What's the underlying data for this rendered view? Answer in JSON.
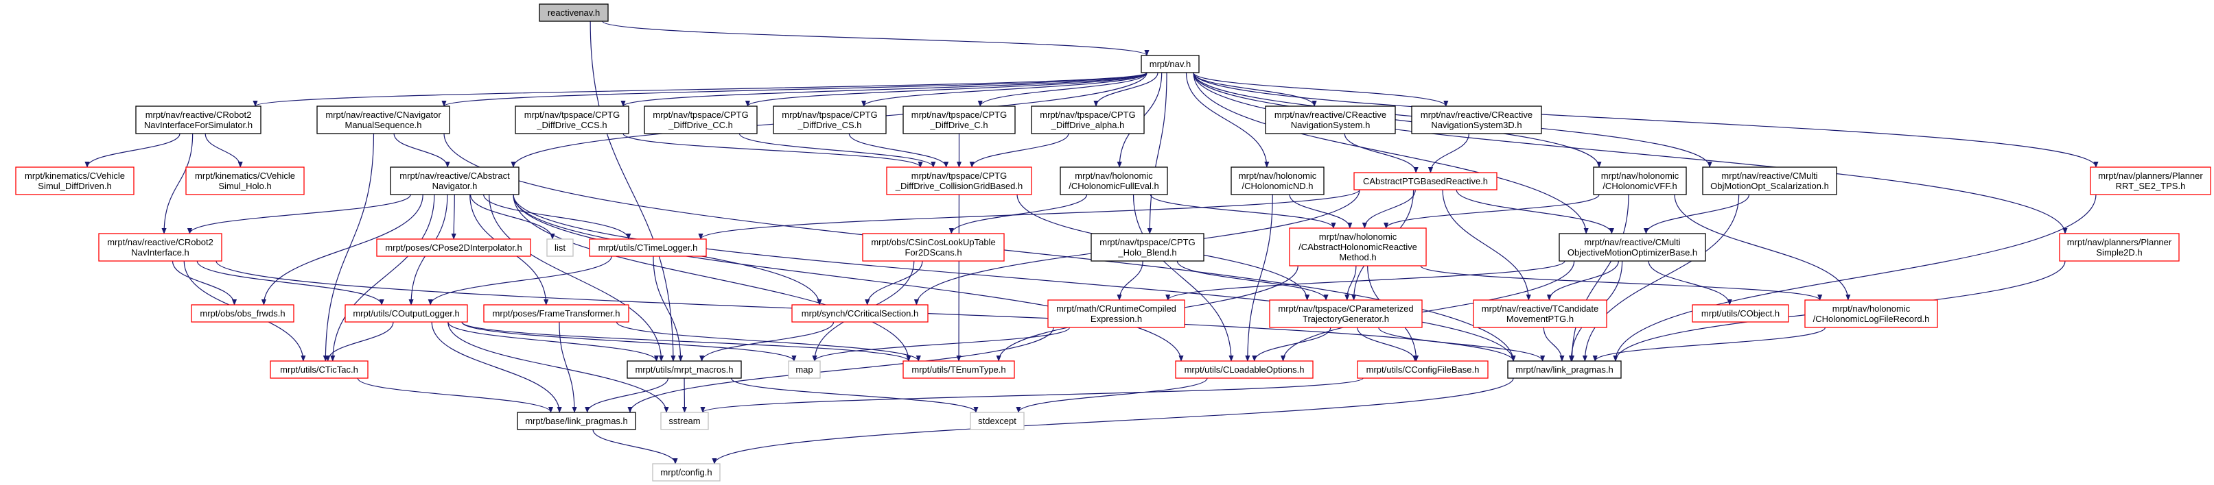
{
  "graph": {
    "colors": {
      "edge": "#191970",
      "documented_border": "#000000",
      "undocumented_border": "#ff0000",
      "system_border": "#bfbfbf",
      "root_fill": "#bfbfbf"
    },
    "nodes": [
      {
        "id": "reactivenav",
        "label": [
          "reactivenav.h"
        ],
        "kind": "root"
      },
      {
        "id": "nav",
        "label": [
          "mrpt/nav.h"
        ],
        "kind": "doc"
      },
      {
        "id": "r2nisim",
        "label": [
          "mrpt/nav/reactive/CRobot2",
          "NavInterfaceForSimulator.h"
        ],
        "kind": "doc"
      },
      {
        "id": "navmanual",
        "label": [
          "mrpt/nav/reactive/CNavigator",
          "ManualSequence.h"
        ],
        "kind": "doc"
      },
      {
        "id": "ccs",
        "label": [
          "mrpt/nav/tpspace/CPTG",
          "_DiffDrive_CCS.h"
        ],
        "kind": "doc"
      },
      {
        "id": "cc",
        "label": [
          "mrpt/nav/tpspace/CPTG",
          "_DiffDrive_CC.h"
        ],
        "kind": "doc"
      },
      {
        "id": "cs",
        "label": [
          "mrpt/nav/tpspace/CPTG",
          "_DiffDrive_CS.h"
        ],
        "kind": "doc"
      },
      {
        "id": "c",
        "label": [
          "mrpt/nav/tpspace/CPTG",
          "_DiffDrive_C.h"
        ],
        "kind": "doc"
      },
      {
        "id": "alpha",
        "label": [
          "mrpt/nav/tpspace/CPTG",
          "_DiffDrive_alpha.h"
        ],
        "kind": "doc"
      },
      {
        "id": "rns",
        "label": [
          "mrpt/nav/reactive/CReactive",
          "NavigationSystem.h"
        ],
        "kind": "doc"
      },
      {
        "id": "rns3d",
        "label": [
          "mrpt/nav/reactive/CReactive",
          "NavigationSystem3D.h"
        ],
        "kind": "doc"
      },
      {
        "id": "vsdiff",
        "label": [
          "mrpt/kinematics/CVehicle",
          "Simul_DiffDriven.h"
        ],
        "kind": "red"
      },
      {
        "id": "vsholo",
        "label": [
          "mrpt/kinematics/CVehicle",
          "Simul_Holo.h"
        ],
        "kind": "red"
      },
      {
        "id": "absnav",
        "label": [
          "mrpt/nav/reactive/CAbstract",
          "Navigator.h"
        ],
        "kind": "doc"
      },
      {
        "id": "cgb",
        "label": [
          "mrpt/nav/tpspace/CPTG",
          "_DiffDrive_CollisionGridBased.h"
        ],
        "kind": "red"
      },
      {
        "id": "fulleval",
        "label": [
          "mrpt/nav/holonomic",
          "/CHolonomicFullEval.h"
        ],
        "kind": "doc"
      },
      {
        "id": "nd",
        "label": [
          "mrpt/nav/holonomic",
          "/CHolonomicND.h"
        ],
        "kind": "doc"
      },
      {
        "id": "ptgbased",
        "label": [
          "CAbstractPTGBasedReactive.h"
        ],
        "kind": "red"
      },
      {
        "id": "vff",
        "label": [
          "mrpt/nav/holonomic",
          "/CHolonomicVFF.h"
        ],
        "kind": "doc"
      },
      {
        "id": "scalar",
        "label": [
          "mrpt/nav/reactive/CMulti",
          "ObjMotionOpt_Scalarization.h"
        ],
        "kind": "doc"
      },
      {
        "id": "rrt",
        "label": [
          "mrpt/nav/planners/Planner",
          "RRT_SE2_TPS.h"
        ],
        "kind": "red"
      },
      {
        "id": "simple2d",
        "label": [
          "mrpt/nav/planners/Planner",
          "Simple2D.h"
        ],
        "kind": "red"
      },
      {
        "id": "r2ni",
        "label": [
          "mrpt/nav/reactive/CRobot2",
          "NavInterface.h"
        ],
        "kind": "red"
      },
      {
        "id": "pose2d",
        "label": [
          "mrpt/poses/CPose2DInterpolator.h"
        ],
        "kind": "red"
      },
      {
        "id": "list",
        "label": [
          "list"
        ],
        "kind": "sys"
      },
      {
        "id": "timelogger",
        "label": [
          "mrpt/utils/CTimeLogger.h"
        ],
        "kind": "red"
      },
      {
        "id": "sincos",
        "label": [
          "mrpt/obs/CSinCosLookUpTable",
          "For2DScans.h"
        ],
        "kind": "red"
      },
      {
        "id": "holoblend",
        "label": [
          "mrpt/nav/tpspace/CPTG",
          "_Holo_Blend.h"
        ],
        "kind": "doc"
      },
      {
        "id": "absholo",
        "label": [
          "mrpt/nav/holonomic",
          "/CAbstractHolonomicReactive",
          "Method.h"
        ],
        "kind": "red"
      },
      {
        "id": "mobase",
        "label": [
          "mrpt/nav/reactive/CMulti",
          "ObjectiveMotionOptimizerBase.h"
        ],
        "kind": "doc"
      },
      {
        "id": "obsfrwds",
        "label": [
          "mrpt/obs/obs_frwds.h"
        ],
        "kind": "red"
      },
      {
        "id": "outlogger",
        "label": [
          "mrpt/utils/COutputLogger.h"
        ],
        "kind": "red"
      },
      {
        "id": "frametr",
        "label": [
          "mrpt/poses/FrameTransformer.h"
        ],
        "kind": "red"
      },
      {
        "id": "critsec",
        "label": [
          "mrpt/synch/CCriticalSection.h"
        ],
        "kind": "red"
      },
      {
        "id": "rtce",
        "label": [
          "mrpt/math/CRuntimeCompiled",
          "Expression.h"
        ],
        "kind": "red"
      },
      {
        "id": "ptg",
        "label": [
          "mrpt/nav/tpspace/CParameterized",
          "TrajectoryGenerator.h"
        ],
        "kind": "red"
      },
      {
        "id": "tcand",
        "label": [
          "mrpt/nav/reactive/TCandidate",
          "MovementPTG.h"
        ],
        "kind": "red"
      },
      {
        "id": "cobject",
        "label": [
          "mrpt/utils/CObject.h"
        ],
        "kind": "red"
      },
      {
        "id": "logrec",
        "label": [
          "mrpt/nav/holonomic",
          "/CHolonomicLogFileRecord.h"
        ],
        "kind": "red"
      },
      {
        "id": "tictac",
        "label": [
          "mrpt/utils/CTicTac.h"
        ],
        "kind": "red"
      },
      {
        "id": "macros",
        "label": [
          "mrpt/utils/mrpt_macros.h"
        ],
        "kind": "doc"
      },
      {
        "id": "map",
        "label": [
          "map"
        ],
        "kind": "sys"
      },
      {
        "id": "tenum",
        "label": [
          "mrpt/utils/TEnumType.h"
        ],
        "kind": "red"
      },
      {
        "id": "loadopt",
        "label": [
          "mrpt/utils/CLoadableOptions.h"
        ],
        "kind": "red"
      },
      {
        "id": "cfgbase",
        "label": [
          "mrpt/utils/CConfigFileBase.h"
        ],
        "kind": "red"
      },
      {
        "id": "navlp",
        "label": [
          "mrpt/nav/link_pragmas.h"
        ],
        "kind": "doc"
      },
      {
        "id": "baselp",
        "label": [
          "mrpt/base/link_pragmas.h"
        ],
        "kind": "doc"
      },
      {
        "id": "sstream",
        "label": [
          "sstream"
        ],
        "kind": "sys"
      },
      {
        "id": "stdexcept",
        "label": [
          "stdexcept"
        ],
        "kind": "sys"
      },
      {
        "id": "config",
        "label": [
          "mrpt/config.h"
        ],
        "kind": "sys"
      }
    ],
    "edges": [
      [
        "reactivenav",
        "nav"
      ],
      [
        "reactivenav",
        "macros"
      ],
      [
        "nav",
        "r2nisim"
      ],
      [
        "nav",
        "navmanual"
      ],
      [
        "nav",
        "absnav"
      ],
      [
        "nav",
        "ccs"
      ],
      [
        "nav",
        "cc"
      ],
      [
        "nav",
        "cs"
      ],
      [
        "nav",
        "c"
      ],
      [
        "nav",
        "alpha"
      ],
      [
        "nav",
        "fulleval"
      ],
      [
        "nav",
        "holoblend"
      ],
      [
        "nav",
        "nd"
      ],
      [
        "nav",
        "rns"
      ],
      [
        "nav",
        "rns3d"
      ],
      [
        "nav",
        "mobase"
      ],
      [
        "nav",
        "vff"
      ],
      [
        "nav",
        "scalar"
      ],
      [
        "nav",
        "simple2d"
      ],
      [
        "nav",
        "rrt"
      ],
      [
        "r2nisim",
        "vsdiff"
      ],
      [
        "r2nisim",
        "vsholo"
      ],
      [
        "r2nisim",
        "r2ni"
      ],
      [
        "navmanual",
        "absnav"
      ],
      [
        "navmanual",
        "tictac"
      ],
      [
        "navmanual",
        "navlp"
      ],
      [
        "absnav",
        "r2ni"
      ],
      [
        "absnav",
        "pose2d"
      ],
      [
        "absnav",
        "list"
      ],
      [
        "absnav",
        "timelogger"
      ],
      [
        "absnav",
        "obsfrwds"
      ],
      [
        "absnav",
        "outlogger"
      ],
      [
        "absnav",
        "frametr"
      ],
      [
        "absnav",
        "tictac"
      ],
      [
        "absnav",
        "critsec"
      ],
      [
        "absnav",
        "tenum"
      ],
      [
        "absnav",
        "loadopt"
      ],
      [
        "absnav",
        "navlp"
      ],
      [
        "absnav",
        "macros"
      ],
      [
        "r2ni",
        "obsfrwds"
      ],
      [
        "r2ni",
        "outlogger"
      ],
      [
        "r2ni",
        "tictac"
      ],
      [
        "r2ni",
        "navlp"
      ],
      [
        "ccs",
        "cgb"
      ],
      [
        "cc",
        "cgb"
      ],
      [
        "cs",
        "cgb"
      ],
      [
        "c",
        "cgb"
      ],
      [
        "alpha",
        "cgb"
      ],
      [
        "cgb",
        "tenum"
      ],
      [
        "cgb",
        "ptg"
      ],
      [
        "fulleval",
        "sincos"
      ],
      [
        "fulleval",
        "loadopt"
      ],
      [
        "fulleval",
        "absholo"
      ],
      [
        "nd",
        "absholo"
      ],
      [
        "nd",
        "loadopt"
      ],
      [
        "rns",
        "ptgbased"
      ],
      [
        "rns3d",
        "ptgbased"
      ],
      [
        "ptgbased",
        "timelogger"
      ],
      [
        "ptgbased",
        "critsec"
      ],
      [
        "ptgbased",
        "absholo"
      ],
      [
        "ptgbased",
        "ptg"
      ],
      [
        "ptgbased",
        "tcand"
      ],
      [
        "ptgbased",
        "mobase"
      ],
      [
        "vff",
        "absholo"
      ],
      [
        "vff",
        "logrec"
      ],
      [
        "vff",
        "navlp"
      ],
      [
        "scalar",
        "mobase"
      ],
      [
        "scalar",
        "navlp"
      ],
      [
        "rrt",
        "navlp"
      ],
      [
        "simple2d",
        "navlp"
      ],
      [
        "timelogger",
        "outlogger"
      ],
      [
        "timelogger",
        "macros"
      ],
      [
        "sincos",
        "critsec"
      ],
      [
        "sincos",
        "map"
      ],
      [
        "outlogger",
        "tictac"
      ],
      [
        "outlogger",
        "baselp"
      ],
      [
        "outlogger",
        "macros"
      ],
      [
        "outlogger",
        "map"
      ],
      [
        "outlogger",
        "sstream"
      ],
      [
        "outlogger",
        "tenum"
      ],
      [
        "frametr",
        "baselp"
      ],
      [
        "frametr",
        "tenum"
      ],
      [
        "tictac",
        "baselp"
      ],
      [
        "critsec",
        "macros"
      ],
      [
        "macros",
        "baselp"
      ],
      [
        "macros",
        "sstream"
      ],
      [
        "macros",
        "stdexcept"
      ],
      [
        "holoblend",
        "rtce"
      ],
      [
        "holoblend",
        "ptg"
      ],
      [
        "rtce",
        "map"
      ],
      [
        "rtce",
        "baselp"
      ],
      [
        "absholo",
        "ptg"
      ],
      [
        "absholo",
        "cfgbase"
      ],
      [
        "absholo",
        "tenum"
      ],
      [
        "absholo",
        "logrec"
      ],
      [
        "ptg",
        "loadopt"
      ],
      [
        "ptg",
        "cfgbase"
      ],
      [
        "ptg",
        "navlp"
      ],
      [
        "mobase",
        "rtce"
      ],
      [
        "mobase",
        "tcand"
      ],
      [
        "mobase",
        "cobject"
      ],
      [
        "mobase",
        "loadopt"
      ],
      [
        "mobase",
        "navlp"
      ],
      [
        "tcand",
        "navlp"
      ],
      [
        "logrec",
        "navlp"
      ],
      [
        "loadopt",
        "stdexcept"
      ],
      [
        "cfgbase",
        "sstream"
      ],
      [
        "navlp",
        "config"
      ],
      [
        "baselp",
        "config"
      ]
    ]
  }
}
